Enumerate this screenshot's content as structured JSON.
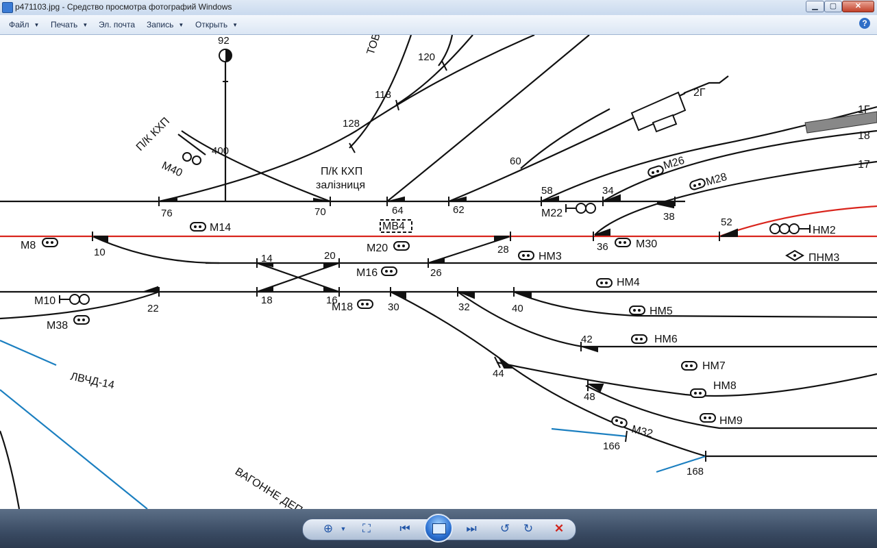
{
  "window": {
    "title": "p471103.jpg - Средство просмотра фотографий Windows",
    "minimize_label": "▁",
    "maximize_label": "▢",
    "close_label": "✕"
  },
  "menu": {
    "file": "Файл",
    "print": "Печать",
    "email": "Эл. почта",
    "burn": "Запись",
    "open": "Открыть",
    "help": "?"
  },
  "diagram": {
    "numbers": {
      "n92": "92",
      "n400": "400",
      "n120": "120",
      "n118": "118",
      "n128": "128",
      "n76": "76",
      "n70": "70",
      "n64": "64",
      "n62": "62",
      "n60": "60",
      "n58": "58",
      "n34": "34",
      "n38": "38",
      "n52": "52",
      "n10": "10",
      "n28": "28",
      "n36": "36",
      "n14": "14",
      "n20": "20",
      "n26": "26",
      "n18": "18",
      "n16": "16",
      "n22": "22",
      "n30": "30",
      "n32": "32",
      "n40": "40",
      "n42": "42",
      "n44": "44",
      "n48": "48",
      "n166": "166",
      "n168": "168"
    },
    "signals": {
      "m40": "М40",
      "m14": "М14",
      "mb4": "МВ4",
      "m8": "М8",
      "m20": "М20",
      "m16": "М16",
      "m10": "М10",
      "m18": "М18",
      "m38": "М38",
      "m22": "М22",
      "m26": "М26",
      "m28": "М28",
      "m30": "М30",
      "m32": "М32",
      "hm2": "НМ2",
      "hm3": "НМ3",
      "phm3": "ПНМ3",
      "hm4": "НМ4",
      "hm5": "НМ5",
      "hm6": "НМ6",
      "hm7": "НМ7",
      "hm8": "НМ8",
      "hm9": "НМ9"
    },
    "labels": {
      "pk_khp_left": "П/К КХП",
      "pk_khp_center": "П/К КХП",
      "railway": "залізниця",
      "tov": "ТОВ",
      "lvchd": "ЛВЧД-14",
      "vagonne": "ВАГОННЕ ДЕП",
      "track_1g": "1Г",
      "track_2g": "2Г",
      "track_18": "18",
      "track_17": "17"
    },
    "colors": {
      "track": "#111111",
      "main_line": "#d9241c",
      "branch_line": "#1b7fc0"
    }
  },
  "controls": {
    "zoom_icon": "magnifier-icon",
    "fit_icon": "fit-window-icon",
    "prev_icon": "previous-icon",
    "slideshow_icon": "slideshow-icon",
    "next_icon": "next-icon",
    "rotate_ccw_icon": "rotate-ccw-icon",
    "rotate_cw_icon": "rotate-cw-icon",
    "delete_icon": "delete-icon"
  }
}
